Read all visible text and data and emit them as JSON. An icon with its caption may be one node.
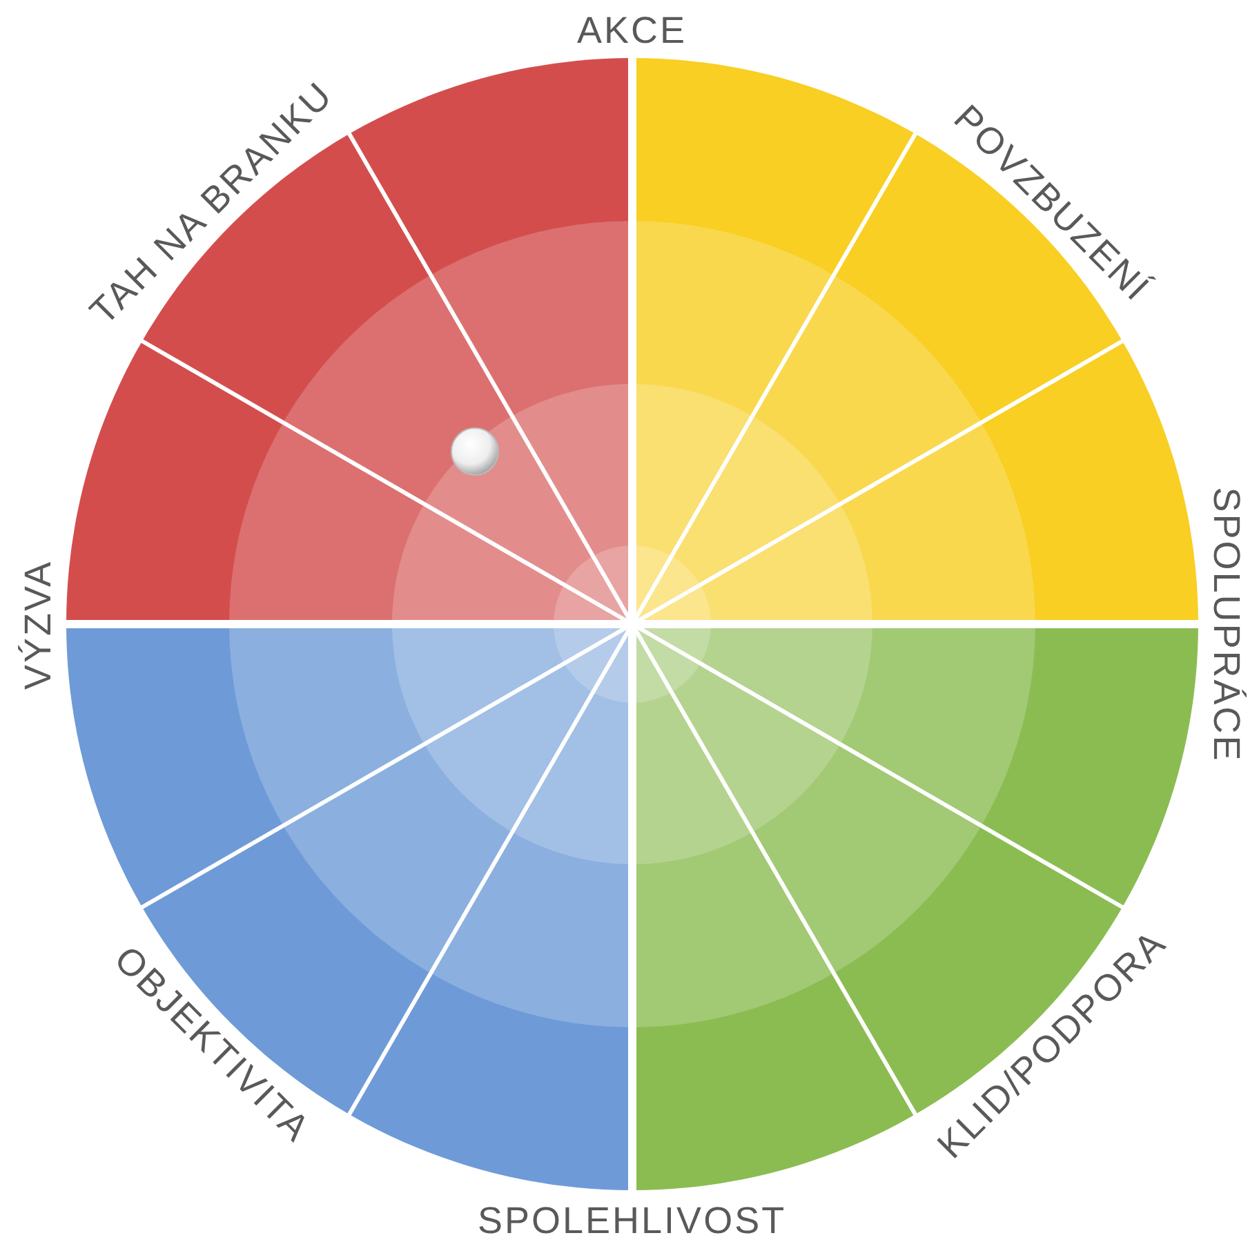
{
  "diagram": {
    "labels": [
      "AKCE",
      "POVZBUZENÍ",
      "SPOLUPRÁCE",
      "KLID/PODPORA",
      "SPOLEHLIVOST",
      "OBJEKTIVITA",
      "VÝZVA",
      "TAH NA BRANKU"
    ]
  }
}
